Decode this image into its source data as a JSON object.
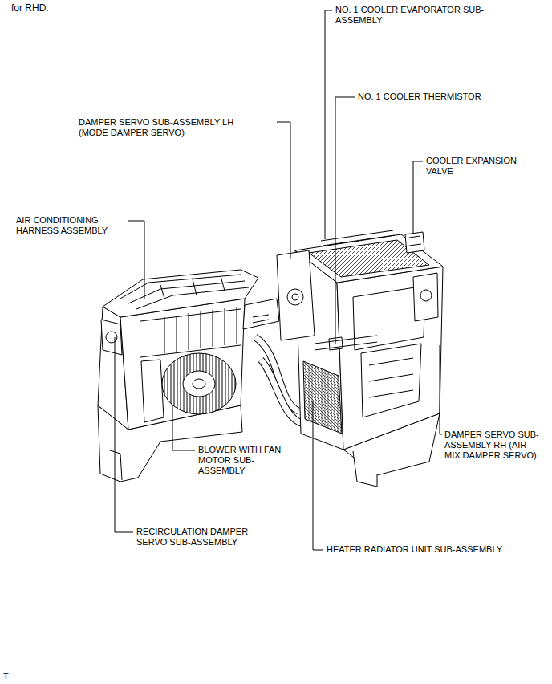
{
  "diagram": {
    "title": "for RHD:",
    "labels": [
      "NO. 1 COOLER EVAPORATOR SUB-ASSEMBLY",
      "NO. 1 COOLER THERMISTOR",
      "DAMPER SERVO SUB-ASSEMBLY LH (MODE DAMPER SERVO)",
      "COOLER EXPANSION VALVE",
      "AIR CONDITIONING HARNESS ASSEMBLY",
      "DAMPER SERVO SUB-ASSEMBLY RH (AIR MIX DAMPER SERVO)",
      "BLOWER WITH FAN MOTOR SUB-ASSEMBLY",
      "RECIRCULATION DAMPER SERVO SUB-ASSEMBLY",
      "HEATER RADIATOR UNIT SUB-ASSEMBLY",
      "T"
    ]
  }
}
